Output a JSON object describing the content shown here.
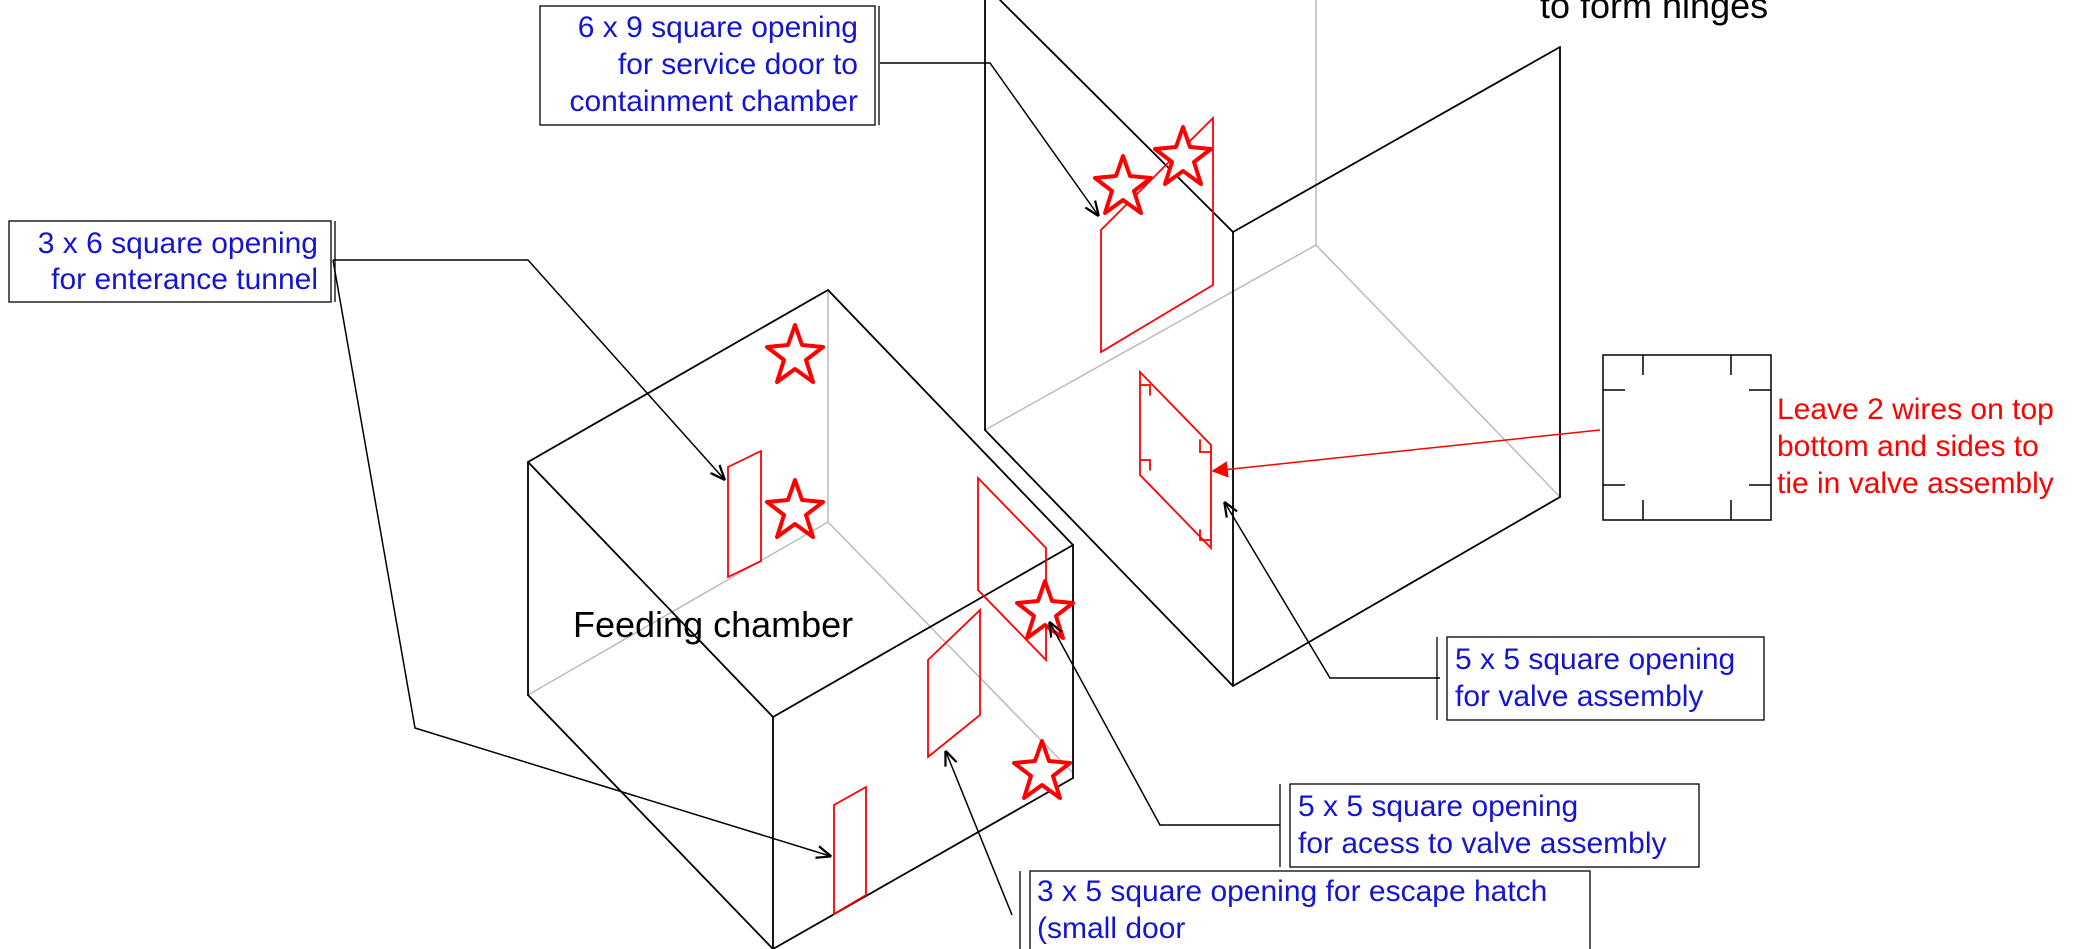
{
  "colors": {
    "callout_text": "#1414d2",
    "cutout_line": "#ff0000",
    "outline": "#000000",
    "hidden_edge": "#bbbbbb"
  },
  "labels": {
    "feeding_chamber": "Feeding chamber",
    "hinges_partial": "to form hinges",
    "service_door": [
      "6 x 9 square opening",
      "for service door to",
      "containment chamber"
    ],
    "entrance_tunnel": [
      "3 x 6 square opening",
      "for enterance tunnel"
    ],
    "valve_assembly": [
      "5 x 5 square opening",
      "for valve assembly"
    ],
    "access_valve": [
      "5 x 5 square opening",
      "for acess to valve assembly"
    ],
    "escape_hatch": [
      "3 x 5 square opening for escape hatch",
      "(small door"
    ],
    "wires_note": [
      "Leave 2 wires on top",
      "bottom and sides to",
      "tie in valve assembly"
    ]
  },
  "icons": [
    "weld-star-icon"
  ]
}
